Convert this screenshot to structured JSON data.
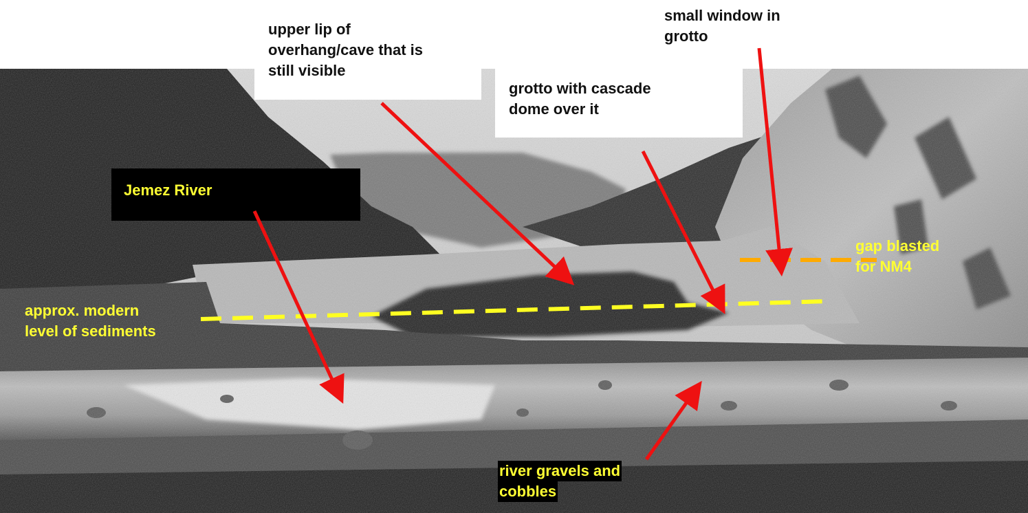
{
  "labels": {
    "upper_lip": [
      "upper lip of",
      "overhang/cave that is",
      "still visible"
    ],
    "small_window": [
      "small window in",
      "grotto"
    ],
    "grotto": [
      "grotto with cascade",
      "dome over it"
    ],
    "jemez": [
      "Jemez River"
    ],
    "gap": [
      "gap blasted",
      "for NM4"
    ],
    "approx": [
      "approx. modern",
      "level of sediments"
    ],
    "gravels": [
      "river gravels and",
      "cobbles"
    ]
  },
  "colors": {
    "arrow": "#ee1111",
    "sediment_line": "#ffff22",
    "gap_line": "#ffaa00",
    "label_yellow": "#ffff33",
    "label_black": "#111111"
  }
}
